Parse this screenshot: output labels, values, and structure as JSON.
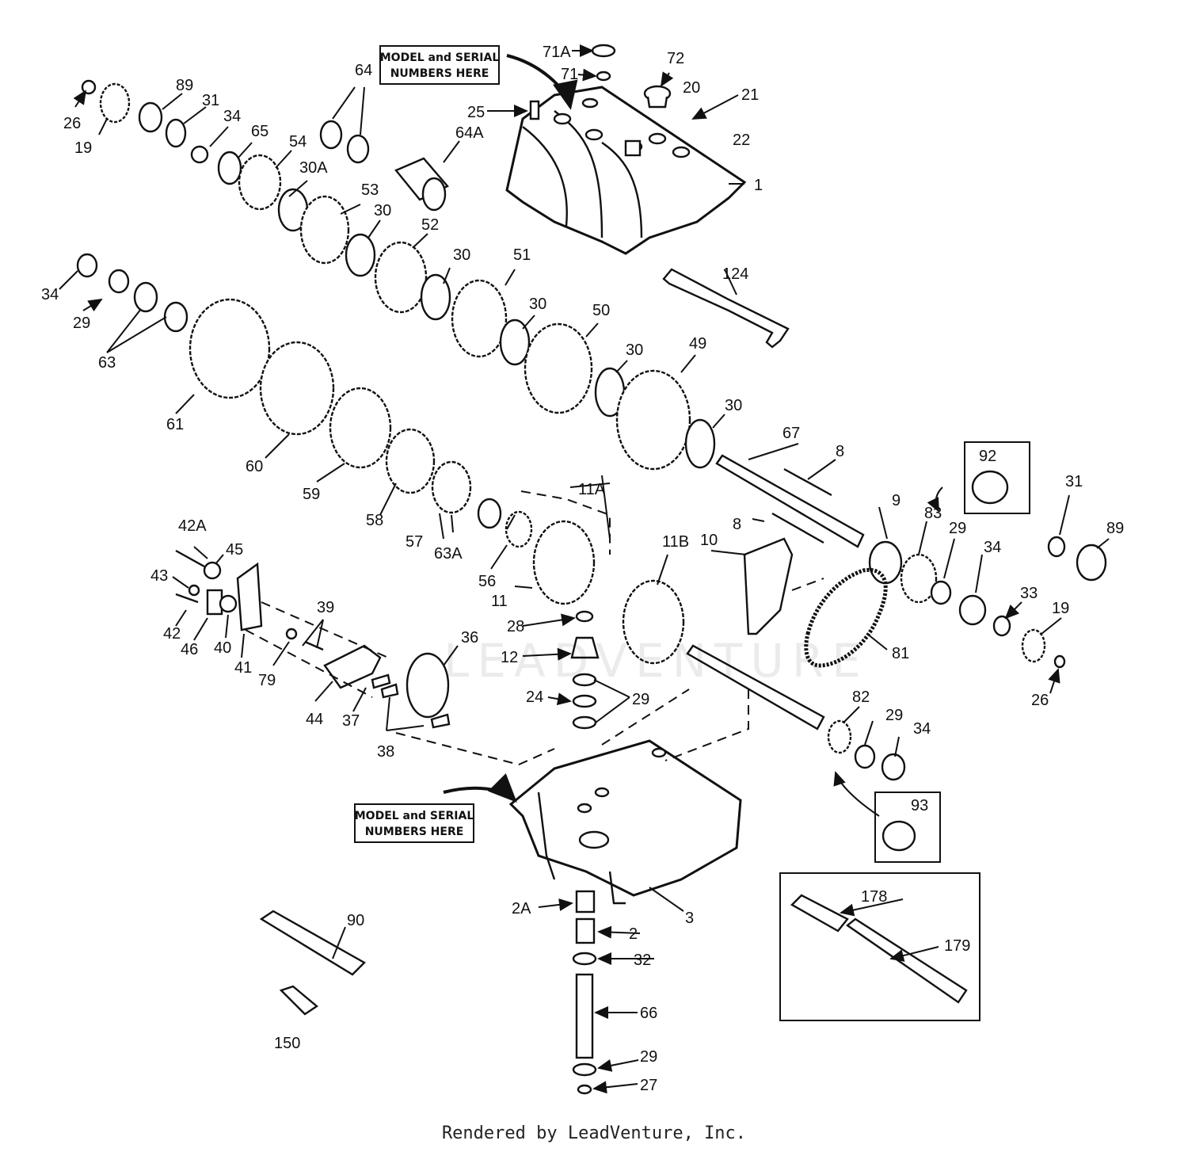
{
  "colors": {
    "line": "#111111",
    "paper": "#ffffff",
    "watermark": "#d8d8d8"
  },
  "stamps": {
    "top": [
      "MODEL and SERIAL",
      "NUMBERS HERE"
    ],
    "bottom": [
      "MODEL and SERIAL",
      "NUMBERS HERE"
    ]
  },
  "watermark": "LEADVENTURE",
  "footer": "Rendered by LeadVenture, Inc.",
  "labels": [
    "26",
    "19",
    "89",
    "31",
    "34",
    "65",
    "54",
    "64",
    "64A",
    "30A",
    "53",
    "30",
    "52",
    "30",
    "51",
    "30",
    "50",
    "30",
    "49",
    "30",
    "67",
    "8",
    "8",
    "92",
    "31",
    "89",
    "9",
    "83",
    "29",
    "34",
    "33",
    "19",
    "26",
    "81",
    "10",
    "11B",
    "11A",
    "11",
    "56",
    "63A",
    "57",
    "58",
    "59",
    "60",
    "61",
    "63",
    "29",
    "34",
    "25",
    "71A",
    "71",
    "72",
    "20",
    "21",
    "22",
    "1",
    "124",
    "42A",
    "45",
    "43",
    "42",
    "46",
    "40",
    "41",
    "39",
    "79",
    "44",
    "37",
    "38",
    "36",
    "28",
    "12",
    "24",
    "29",
    "82",
    "29",
    "34",
    "93",
    "178",
    "179",
    "2A",
    "2",
    "32",
    "66",
    "29",
    "27",
    "3",
    "90",
    "150"
  ]
}
